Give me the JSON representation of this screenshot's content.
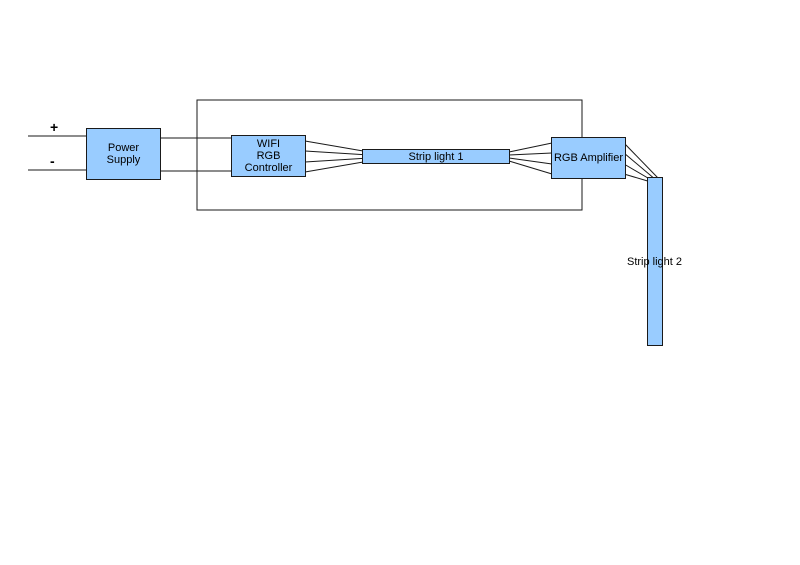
{
  "diagram": {
    "terminals": {
      "plus": "+",
      "minus": "-"
    },
    "blocks": {
      "power_supply": "Power\nSupply",
      "wifi_controller": "WIFI\nRGB\nController",
      "strip_light_1": "Strip light 1",
      "rgb_amplifier": "RGB Amplifier",
      "strip_light_2": "Strip light 2"
    }
  }
}
